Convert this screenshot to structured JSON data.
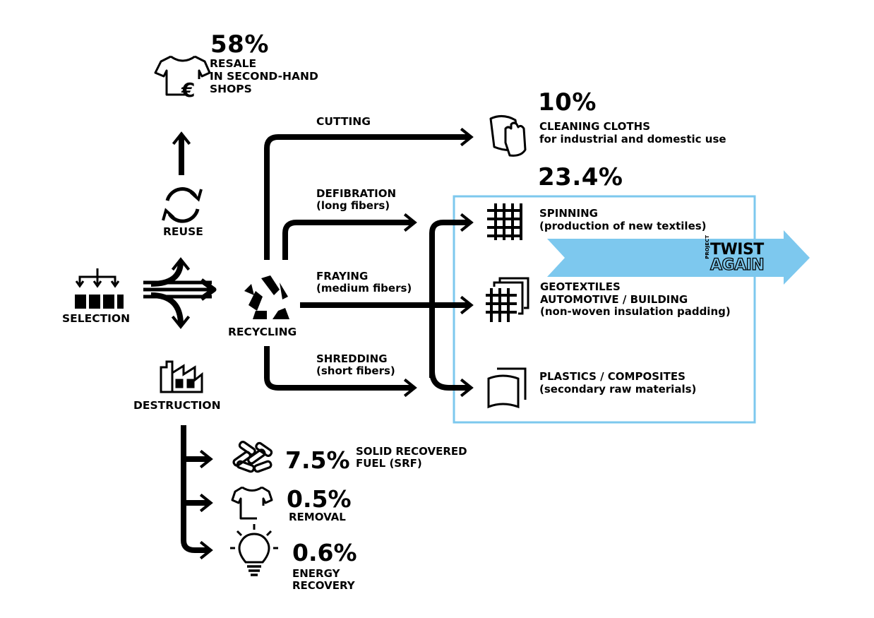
{
  "colors": {
    "ink": "#000000",
    "highlight_box": "#7dc8ee",
    "banner": "#7dc8ee"
  },
  "nodes": {
    "selection": {
      "label": "SELECTION",
      "icon": "sorting-icon"
    },
    "reuse": {
      "label": "REUSE",
      "icon": "cycle-arrows-icon"
    },
    "recycling": {
      "label": "RECYCLING",
      "icon": "recycle-icon"
    },
    "destruction": {
      "label": "DESTRUCTION",
      "icon": "factory-icon"
    }
  },
  "resale": {
    "percent": "58%",
    "lines": [
      "RESALE",
      "IN SECOND-HAND",
      "SHOPS"
    ],
    "icon": "tshirt-euro-icon"
  },
  "processes": {
    "cutting": {
      "title": "CUTTING"
    },
    "defibration": {
      "title": "DEFIBRATION",
      "detail": "(long fibers)"
    },
    "fraying": {
      "title": "FRAYING",
      "detail": "(medium fibers)"
    },
    "shredding": {
      "title": "SHREDDING",
      "detail": "(short fibers)"
    }
  },
  "outputs": {
    "cleaning": {
      "percent": "10%",
      "title": "CLEANING CLOTHS",
      "detail": "for industrial and domestic use",
      "icon": "cloth-hand-icon"
    },
    "fiber_group_percent": "23.4%",
    "spinning": {
      "title": "SPINNING",
      "detail": "(production of new textiles)",
      "icon": "grid-icon"
    },
    "geotextiles": {
      "lines": [
        "GEOTEXTILES",
        "AUTOMOTIVE / BUILDING"
      ],
      "detail": "(non-woven insulation padding)",
      "icon": "layered-grid-icon"
    },
    "plastics": {
      "title": "PLASTICS / COMPOSITES",
      "detail": "(secondary raw materials)",
      "icon": "sheets-icon"
    }
  },
  "banner": {
    "small": "PROJECT",
    "line1": "TWIST",
    "line2": "AGAIN"
  },
  "destruction_outputs": {
    "srf": {
      "percent": "7.5%",
      "lines": [
        "SOLID RECOVERED",
        "FUEL (SRF)"
      ],
      "icon": "fuel-pellets-icon"
    },
    "removal": {
      "percent": "0.5%",
      "label": "REMOVAL",
      "icon": "tshirt-outline-icon"
    },
    "energy": {
      "percent": "0.6%",
      "lines": [
        "ENERGY",
        "RECOVERY"
      ],
      "icon": "lightbulb-icon"
    }
  }
}
